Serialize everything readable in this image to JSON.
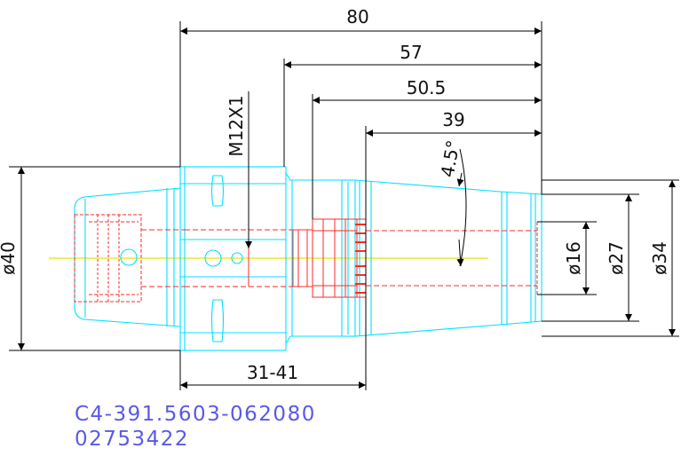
{
  "dimensions": {
    "len_80": "80",
    "len_57": "57",
    "len_50_5": "50.5",
    "len_39": "39",
    "angle": "4.5°",
    "thread": "M12X1",
    "dia_40": "ø40",
    "dia_16": "ø16",
    "dia_27": "ø27",
    "dia_34": "ø34",
    "clamp_range": "31-41"
  },
  "part": {
    "code": "C4-391.5603-062080",
    "id": "02753422"
  },
  "colors": {
    "outline": "#00e0ff",
    "hidden": "#ff2a2a",
    "centerline": "#e6e600",
    "dimension": "#000000",
    "part_text": "#5a5ae6"
  }
}
